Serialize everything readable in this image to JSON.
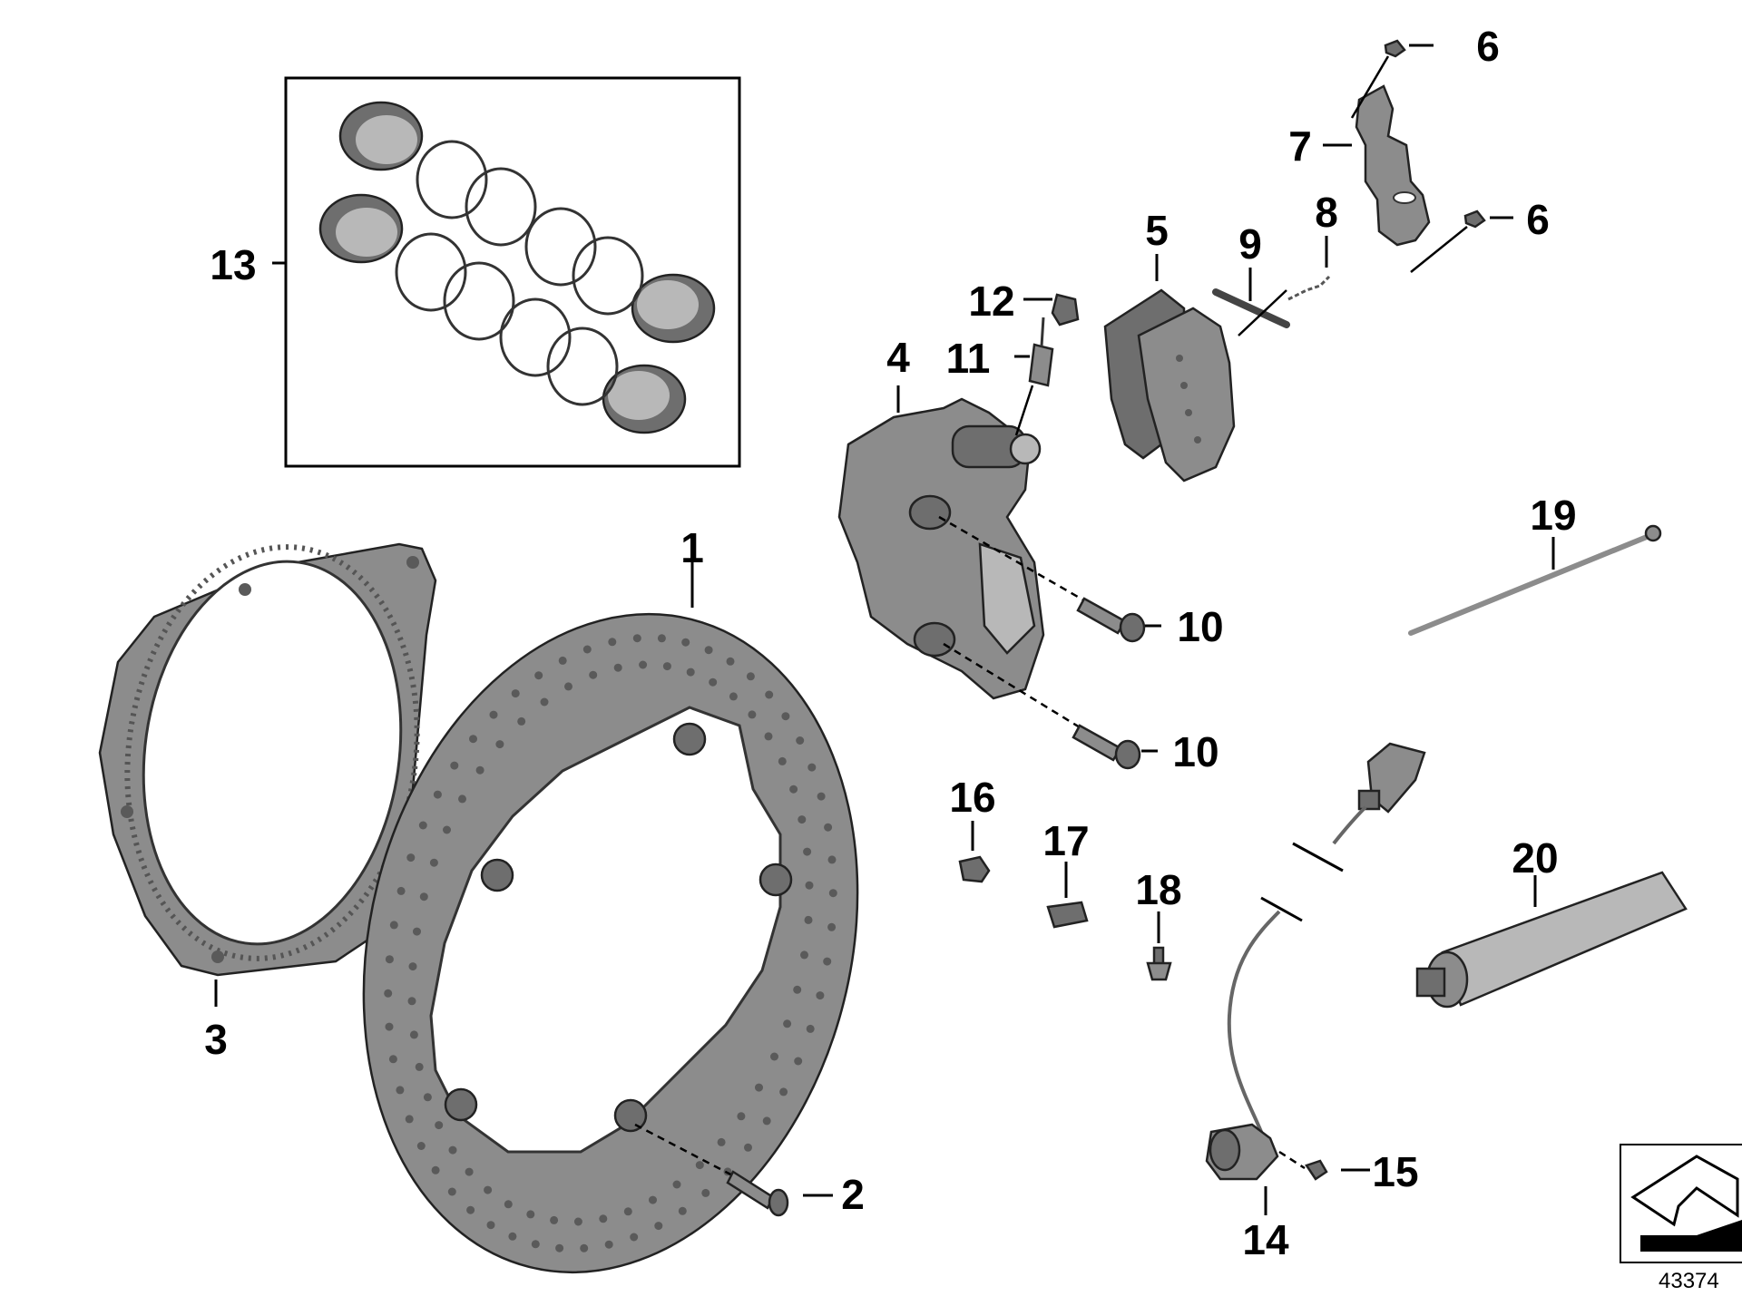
{
  "callouts": [
    {
      "id": "1",
      "text": "1"
    },
    {
      "id": "2",
      "text": "2"
    },
    {
      "id": "3",
      "text": "3"
    },
    {
      "id": "4",
      "text": "4"
    },
    {
      "id": "5",
      "text": "5"
    },
    {
      "id": "6a",
      "text": "6"
    },
    {
      "id": "6b",
      "text": "6"
    },
    {
      "id": "7",
      "text": "7"
    },
    {
      "id": "8",
      "text": "8"
    },
    {
      "id": "9",
      "text": "9"
    },
    {
      "id": "10a",
      "text": "10"
    },
    {
      "id": "10b",
      "text": "10"
    },
    {
      "id": "11",
      "text": "11"
    },
    {
      "id": "12",
      "text": "12"
    },
    {
      "id": "13",
      "text": "13"
    },
    {
      "id": "14",
      "text": "14"
    },
    {
      "id": "15",
      "text": "15"
    },
    {
      "id": "16",
      "text": "16"
    },
    {
      "id": "17",
      "text": "17"
    },
    {
      "id": "18",
      "text": "18"
    },
    {
      "id": "19",
      "text": "19"
    },
    {
      "id": "20",
      "text": "20"
    }
  ],
  "reference_number": "43374",
  "colors": {
    "part_grey": "#8c8c8c",
    "line": "#000000",
    "background": "#ffffff"
  }
}
